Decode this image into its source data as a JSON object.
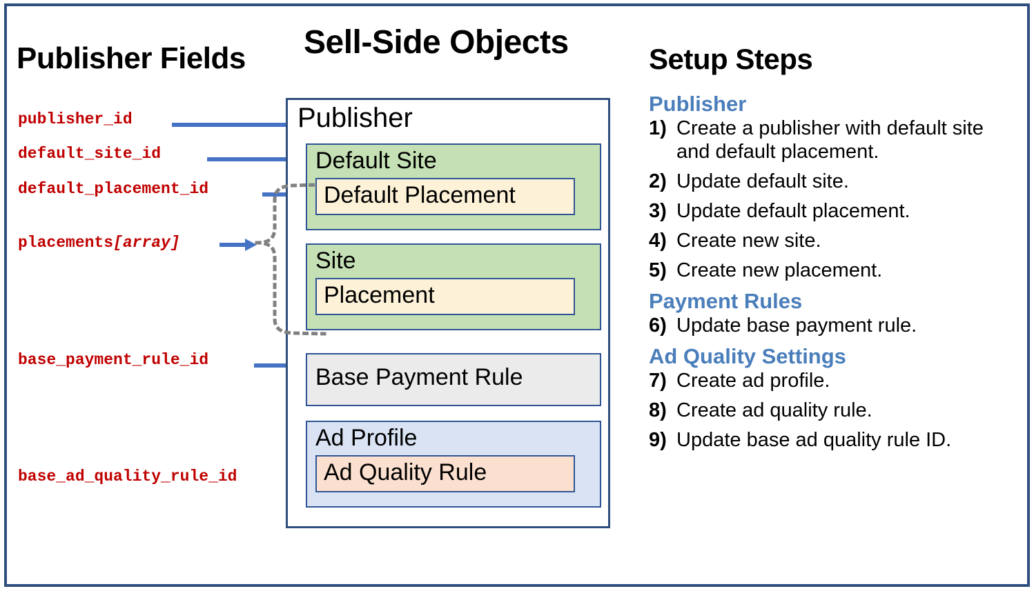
{
  "headings": {
    "left": "Publisher Fields",
    "center": "Sell-Side Objects",
    "right": "Setup Steps"
  },
  "publisher_fields": [
    {
      "name": "publisher_id",
      "suffix": ""
    },
    {
      "name": "default_site_id",
      "suffix": ""
    },
    {
      "name": "default_placement_id",
      "suffix": ""
    },
    {
      "name": "placements",
      "suffix": "[array]"
    },
    {
      "name": "base_payment_rule_id",
      "suffix": ""
    },
    {
      "name": "base_ad_quality_rule_id",
      "suffix": ""
    }
  ],
  "objects": {
    "publisher": "Publisher",
    "default_site": "Default Site",
    "default_placement": "Default Placement",
    "site": "Site",
    "placement": "Placement",
    "base_payment_rule": "Base Payment Rule",
    "ad_profile": "Ad Profile",
    "ad_quality_rule": "Ad Quality Rule"
  },
  "setup_steps": {
    "groups": [
      {
        "title": "Publisher",
        "steps": [
          {
            "num": "1)",
            "text": "Create a publisher with default site and default placement."
          },
          {
            "num": "2)",
            "text": "Update default site."
          },
          {
            "num": "3)",
            "text": "Update default placement."
          },
          {
            "num": "4)",
            "text": "Create new site."
          },
          {
            "num": "5)",
            "text": "Create new placement."
          }
        ]
      },
      {
        "title": "Payment Rules",
        "steps": [
          {
            "num": "6)",
            "text": "Update base payment rule."
          }
        ]
      },
      {
        "title": "Ad Quality Settings",
        "steps": [
          {
            "num": "7)",
            "text": "Create ad profile."
          },
          {
            "num": "8)",
            "text": "Create ad quality rule."
          },
          {
            "num": "9)",
            "text": "Update base ad quality rule ID."
          }
        ]
      }
    ]
  },
  "colors": {
    "frame_border": "#2e4e7e",
    "field_text": "#c00000",
    "arrow": "#4472c4",
    "group_heading": "#4a7ebb",
    "site_fill": "#c5e0b4",
    "placement_fill": "#fdf2d8",
    "payment_rule_fill": "#ebebeb",
    "ad_profile_fill": "#dae3f3",
    "ad_quality_fill": "#fbe0d0",
    "dotted_connector": "#808080"
  }
}
